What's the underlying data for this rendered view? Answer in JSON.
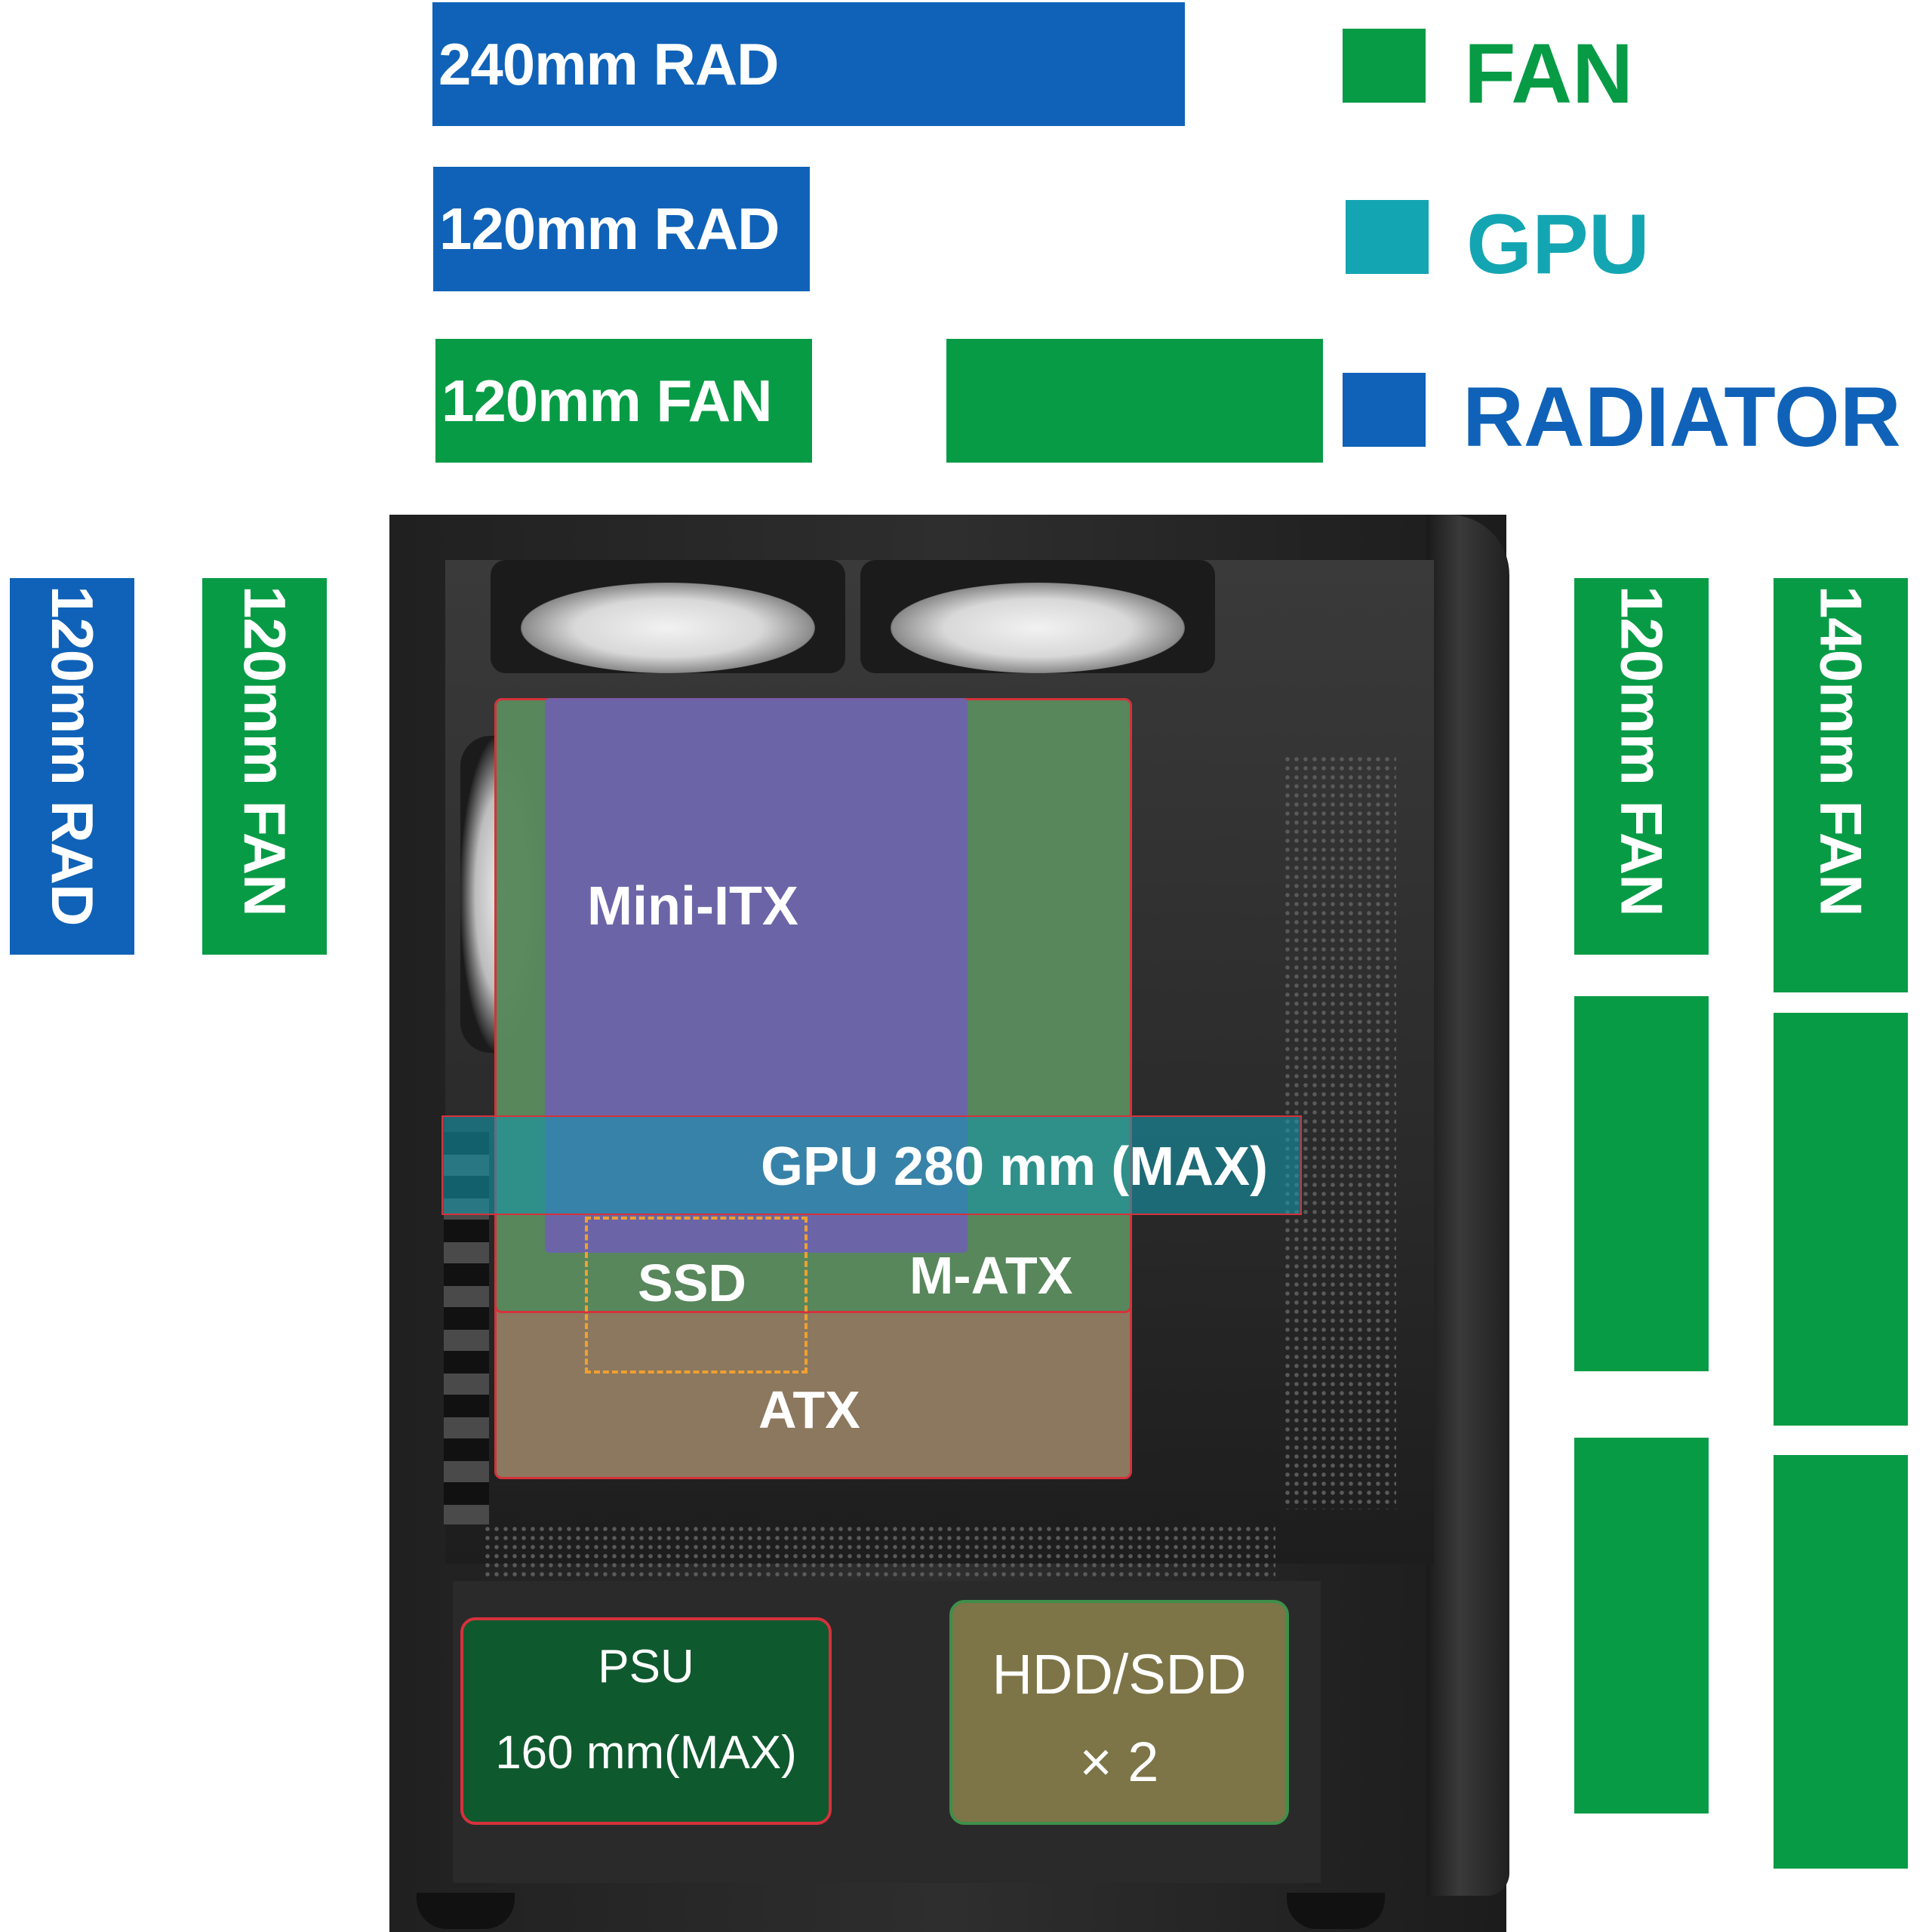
{
  "top_bars": {
    "rad240": "240mm RAD",
    "rad120": "120mm RAD",
    "fan120": "120mm FAN"
  },
  "legend": {
    "fan": "FAN",
    "gpu": "GPU",
    "radiator": "RADIATOR"
  },
  "left_bars": {
    "rad": "120mm RAD",
    "fan": "120mm FAN"
  },
  "right_bars": {
    "fan120": "120mm FAN",
    "fan140": "140mm FAN"
  },
  "zones": {
    "mini_itx": "Mini-ITX",
    "gpu": "GPU  280 mm (MAX)",
    "ssd": "SSD",
    "m_atx": "M-ATX",
    "atx": "ATX",
    "psu_title": "PSU",
    "psu_size": "160 mm(MAX)",
    "hdd_title": "HDD/SDD",
    "hdd_count": "× 2"
  },
  "colors": {
    "fan": "#079b45",
    "gpu": "#14a5b2",
    "radiator": "#0f62b8",
    "mini_itx": "#6e62b0",
    "m_atx": "#4e8a5a",
    "atx": "#9b8466",
    "hdd": "#7d7447",
    "psu": "#0e5c2e",
    "outline_red": "#d5323c"
  }
}
